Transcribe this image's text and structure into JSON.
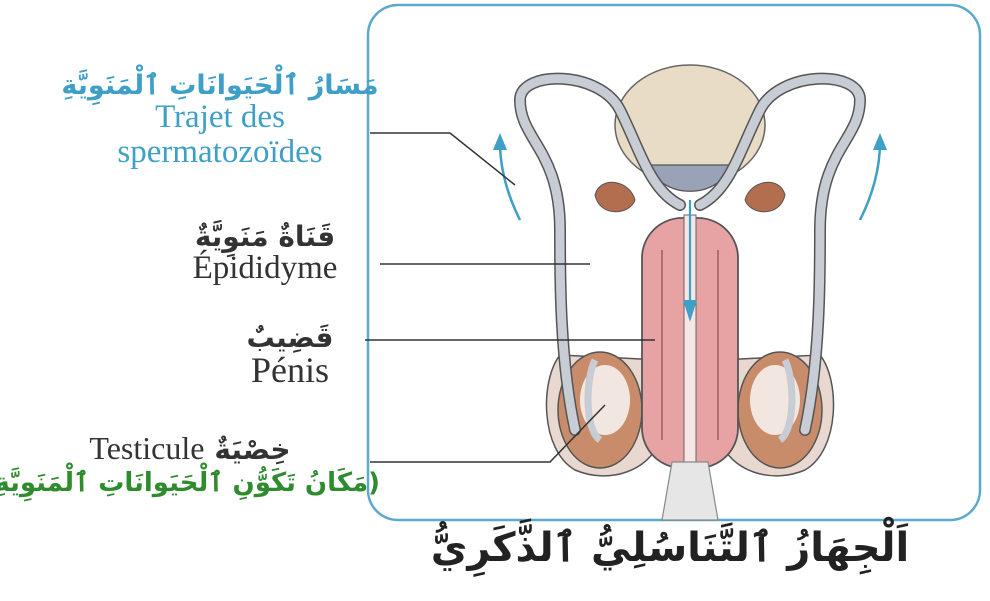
{
  "labels": {
    "trajet": {
      "ar": "مَسَارُ ٱلْحَيَوانَاتِ ٱلْمَنَوِيَّةِ",
      "fr": "Trajet des",
      "fr2": "spermatozoïdes"
    },
    "epididyme": {
      "ar": "قَنَاةٌ مَنَوِيَّةٌ",
      "fr": "Épididyme"
    },
    "penis": {
      "ar": "قَضِيبٌ",
      "fr": "Pénis"
    },
    "testicule": {
      "fr": "Testicule",
      "ar": "خِصْيَةٌ",
      "ar_note": "(مَكَانُ تَكَوُّنِ ٱلْحَيَوانَاتِ ٱلْمَنَوِيَّةِ)"
    }
  },
  "caption": "اَلْجِهَازُ ٱلتَّنَاسُلِيُّ ٱلذَّكَرِيُّ",
  "colors": {
    "frame": "#5aa9cf",
    "arrow": "#3e9fc7",
    "trajet_text": "#3e9fc7",
    "testicule_note": "#2e8b2e",
    "duct": "#c8ccd4",
    "penis": "#e7a2a4",
    "bladder": "#e8dcc6",
    "testis": "#c98c6b"
  }
}
